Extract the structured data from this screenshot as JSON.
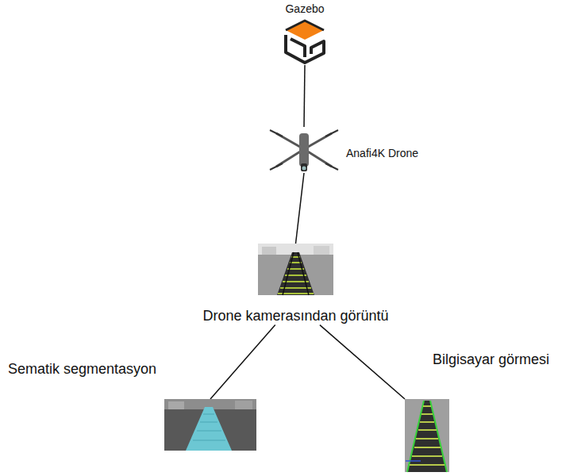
{
  "diagram": {
    "nodes": [
      {
        "text": [
          "Gazebo"
        ]
      },
      {
        "text": [
          "Anafi4K Drone"
        ]
      },
      {
        "text": [
          "Drone kamerasından görüntü"
        ]
      },
      {
        "text": [
          "Sematik segmentasyon"
        ]
      },
      {
        "text": [
          "Bilgisayar görmesi"
        ]
      }
    ],
    "edges": [
      {
        "from": 0,
        "to": 1,
        "arrow": "none"
      },
      {
        "from": 1,
        "to": 2,
        "arrow": "none"
      },
      {
        "from": 2,
        "to": 3,
        "arrow": "none"
      },
      {
        "from": 2,
        "to": 4,
        "arrow": "none"
      }
    ]
  }
}
